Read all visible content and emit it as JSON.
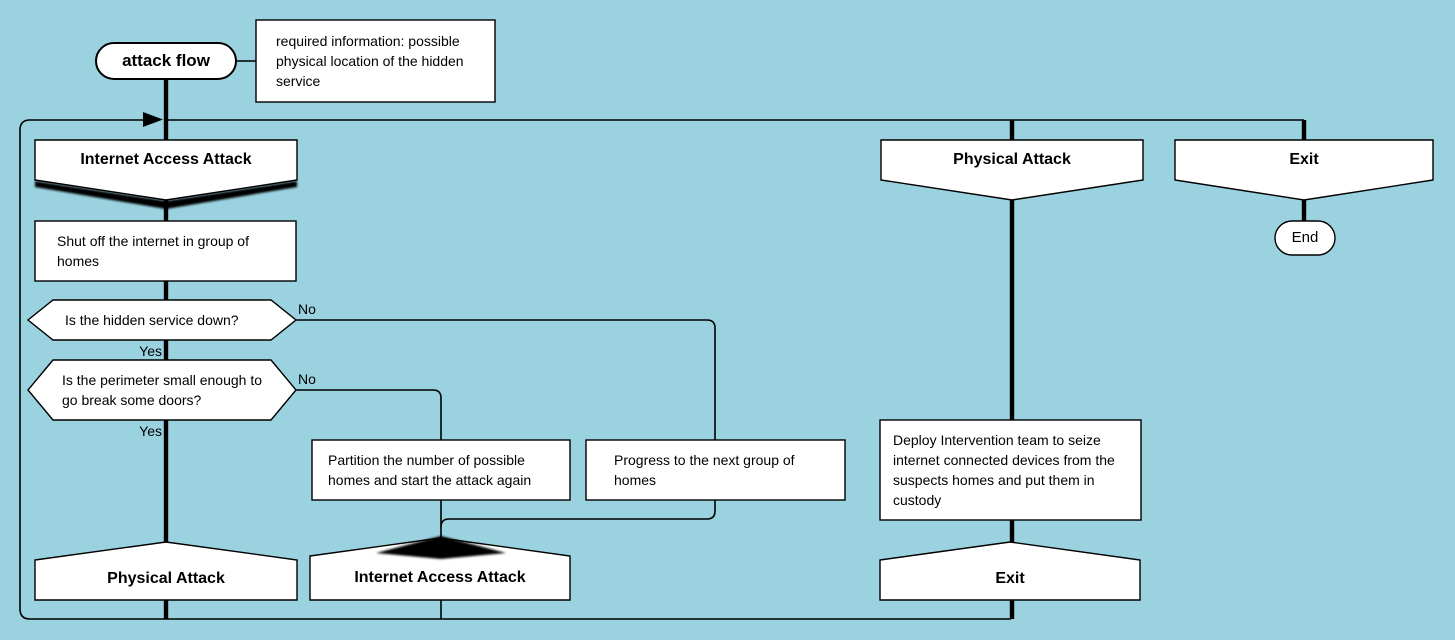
{
  "diagram_title": "attack flow",
  "nodes": {
    "start": "attack flow",
    "note": "required information: possible physical location of the hidden service",
    "iaa_top": "Internet Access Attack",
    "shut_off": "Shut off the internet in group of homes",
    "hex_service_down": "Is the hidden service down?",
    "hex_perimeter": "Is the perimeter small enough to go break some doors?",
    "partition": "Partition the number of possible homes and start the attack again",
    "progress": "Progress to the next group of homes",
    "deploy": "Deploy Intervention team to seize internet connected devices from the suspects homes and put them in custody",
    "physical_attack_top": "Physical Attack",
    "exit_top": "Exit",
    "end": "End",
    "physical_attack_bottom": "Physical Attack",
    "iaa_bottom": "Internet Access Attack",
    "exit_bottom": "Exit"
  },
  "edge_labels": {
    "hex1_no": "No",
    "hex1_yes": "Yes",
    "hex2_no": "No",
    "hex2_yes": "Yes"
  },
  "colors": {
    "background": "#9ad2e0",
    "node_fill": "#ffffff",
    "stroke": "#000000"
  }
}
